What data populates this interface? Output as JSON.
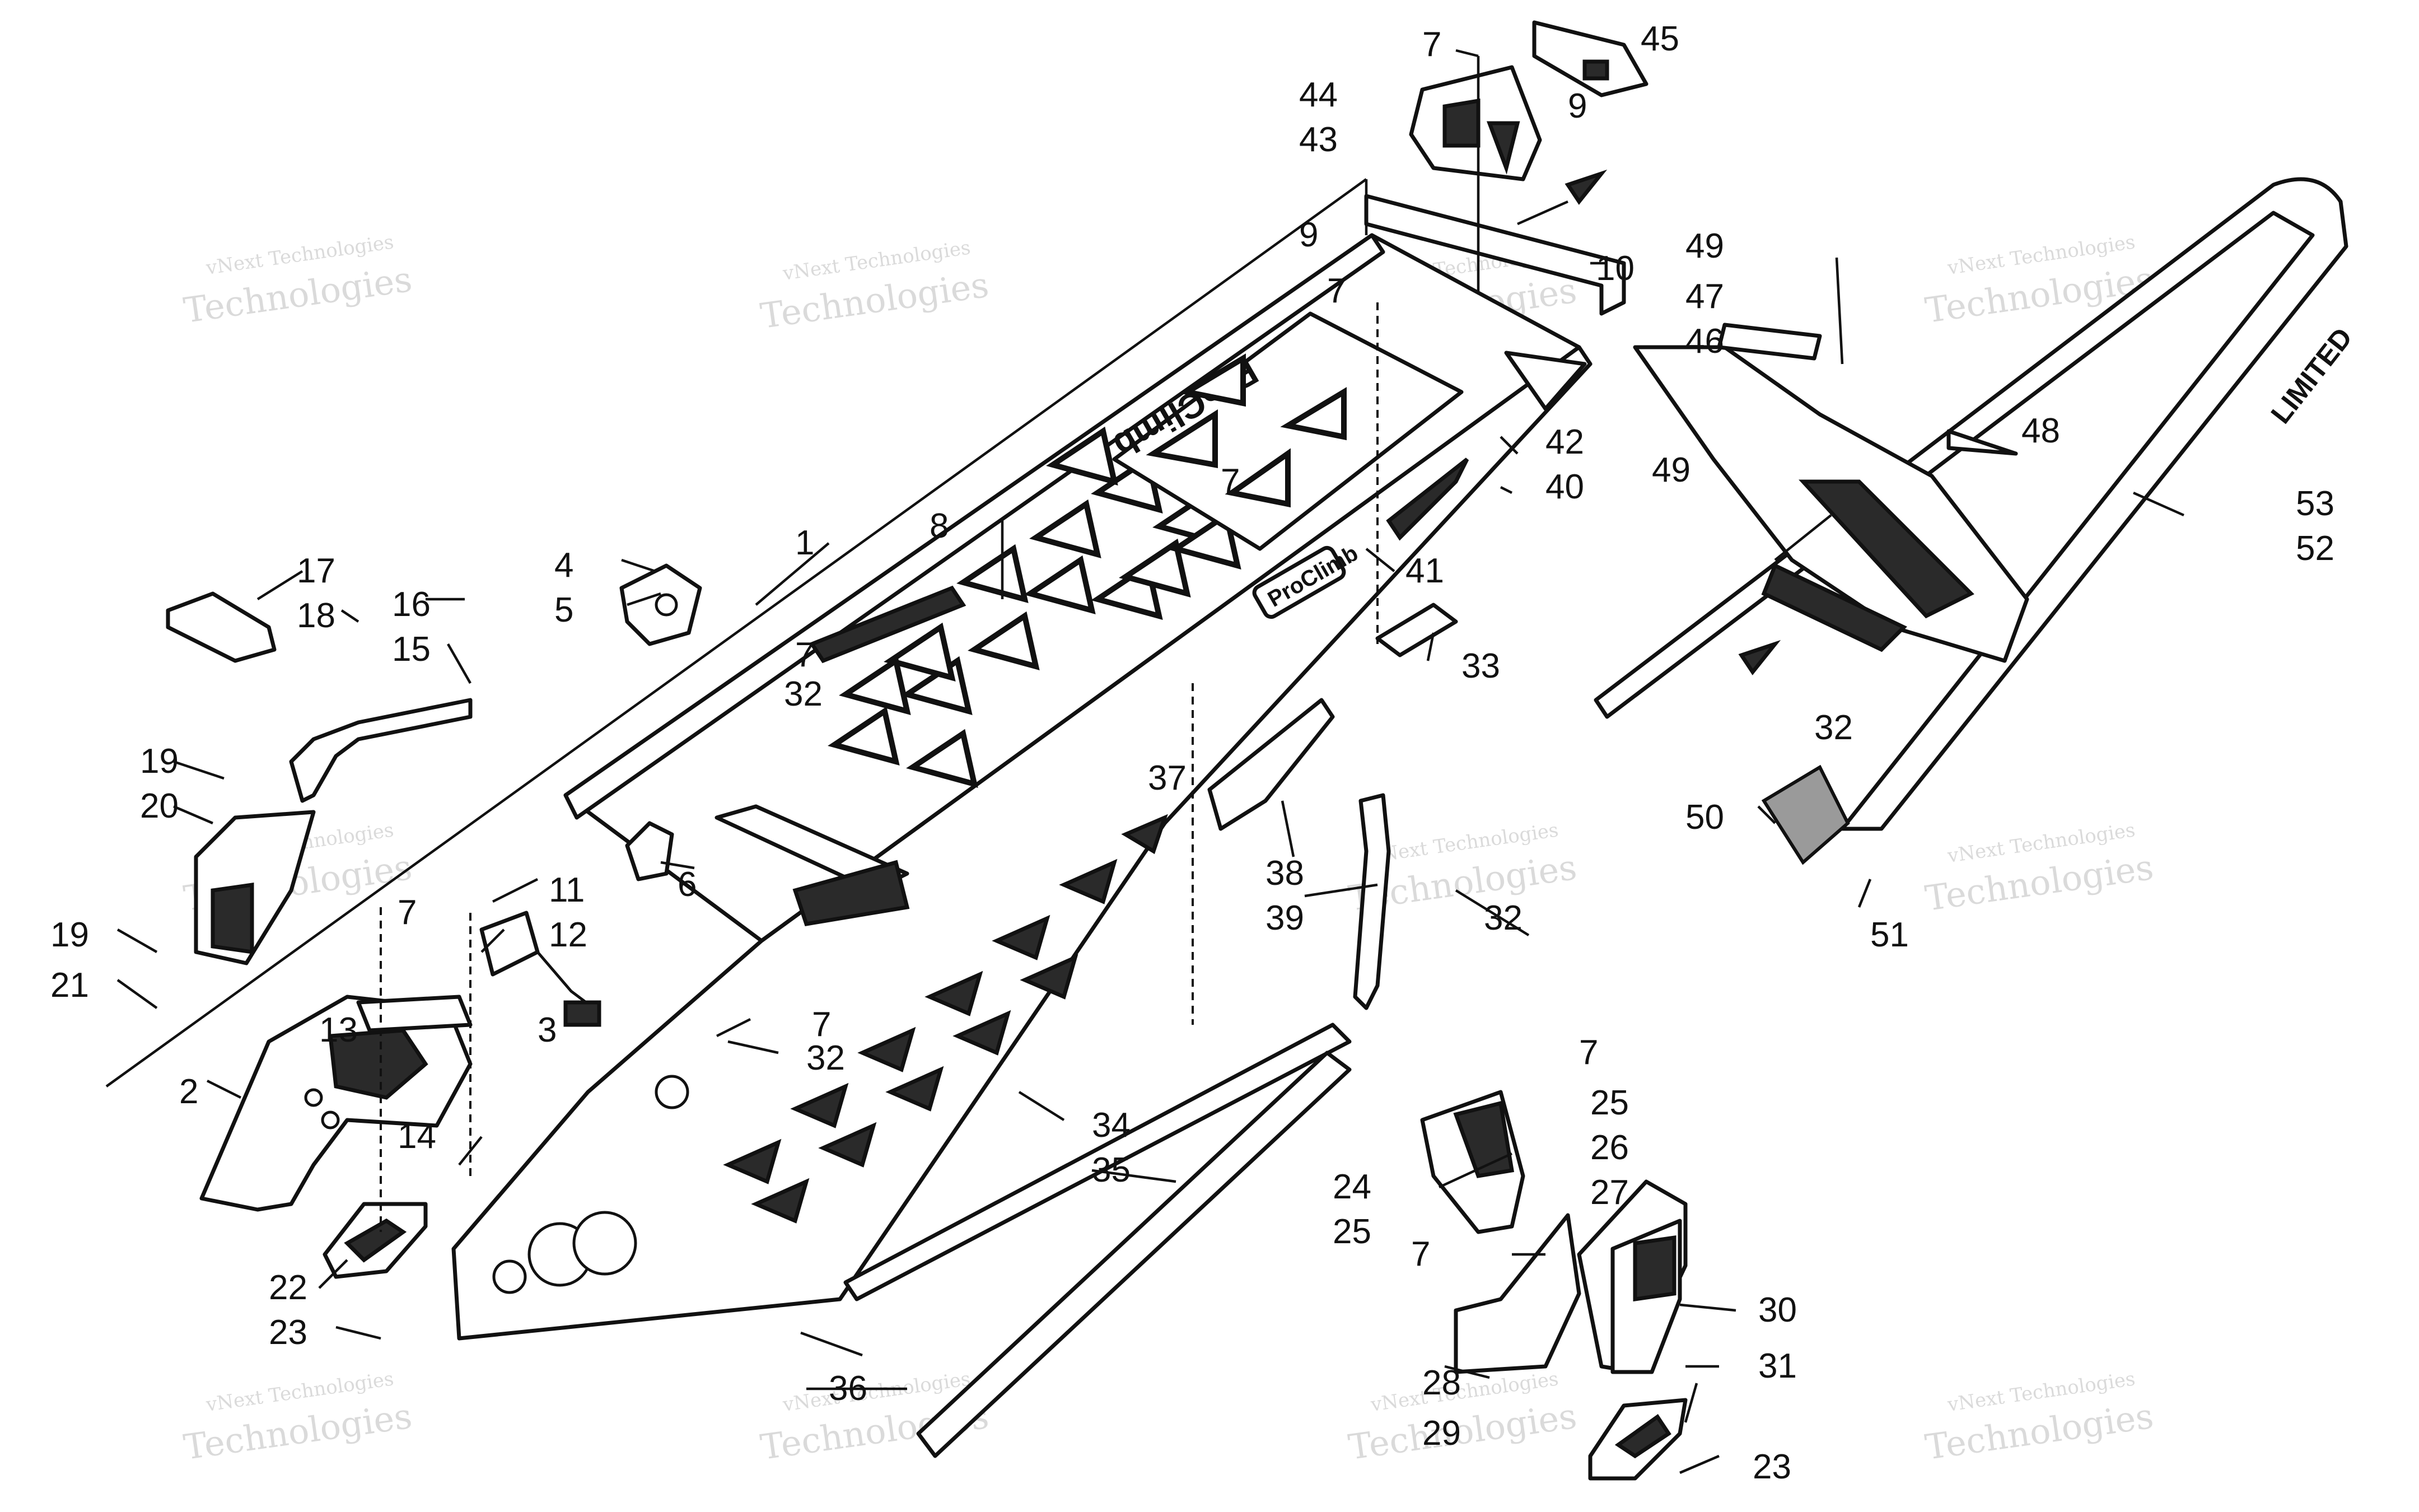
{
  "watermark": {
    "line1": "vNext Technologies",
    "line2": "Technologies"
  },
  "decals": {
    "rack_logo": "ProClimb",
    "plate_text": "ProClimb",
    "rail_text": "LIMITED"
  },
  "callouts": [
    "1",
    "2",
    "3",
    "4",
    "5",
    "6",
    "7",
    "8",
    "9",
    "10",
    "11",
    "12",
    "13",
    "14",
    "15",
    "16",
    "17",
    "18",
    "19",
    "20",
    "21",
    "22",
    "23",
    "24",
    "25",
    "26",
    "27",
    "28",
    "29",
    "30",
    "31",
    "32",
    "33",
    "34",
    "35",
    "36",
    "37",
    "38",
    "39",
    "40",
    "41",
    "42",
    "43",
    "44",
    "45",
    "46",
    "47",
    "48",
    "49",
    "50",
    "51",
    "52",
    "53"
  ],
  "colors": {
    "ink": "#111111",
    "paper": "#ffffff",
    "watermark": "#bdbdbd"
  }
}
